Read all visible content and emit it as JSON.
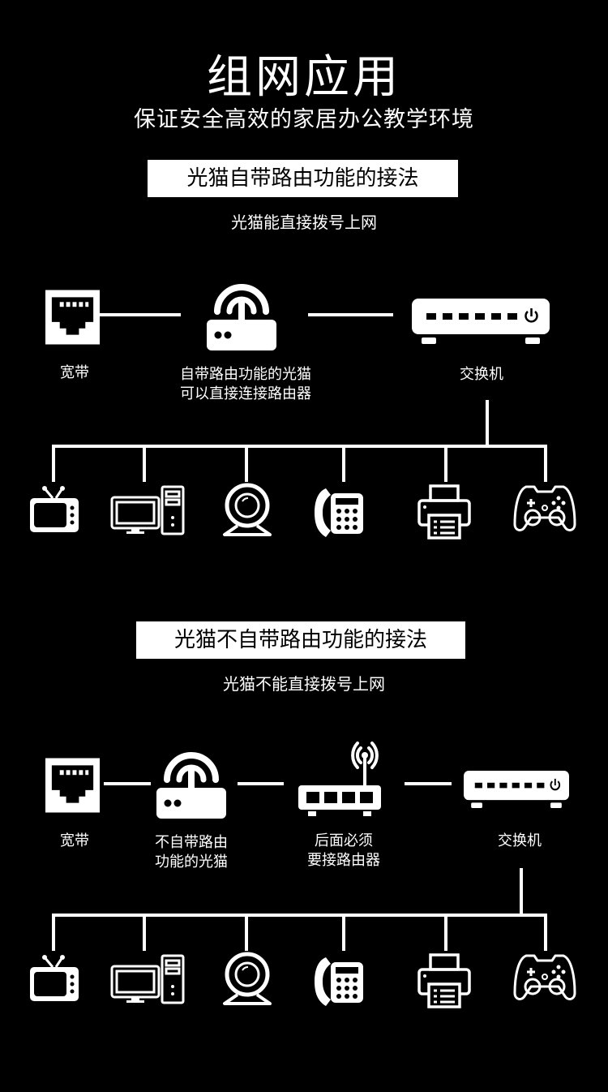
{
  "header": {
    "title": "组网应用",
    "subtitle": "保证安全高效的家居办公教学环境"
  },
  "section1": {
    "heading": "光猫自带路由功能的接法",
    "note": "光猫能直接拨号上网",
    "nodes": {
      "broadband": "宽带",
      "modem_line1": "自带路由功能的光猫",
      "modem_line2": "可以直接连接路由器",
      "switch": "交换机"
    }
  },
  "section2": {
    "heading": "光猫不自带路由功能的接法",
    "note": "光猫不能直接拨号上网",
    "nodes": {
      "broadband": "宽带",
      "modem_line1": "不自带路由",
      "modem_line2": "功能的光猫",
      "router_line1": "后面必须",
      "router_line2": "要接路由器",
      "switch": "交换机"
    }
  },
  "devices": [
    "tv-icon",
    "desktop-computer-icon",
    "webcam-icon",
    "telephone-icon",
    "printer-icon",
    "gamepad-icon"
  ],
  "colors": {
    "background": "#000000",
    "foreground": "#ffffff"
  }
}
